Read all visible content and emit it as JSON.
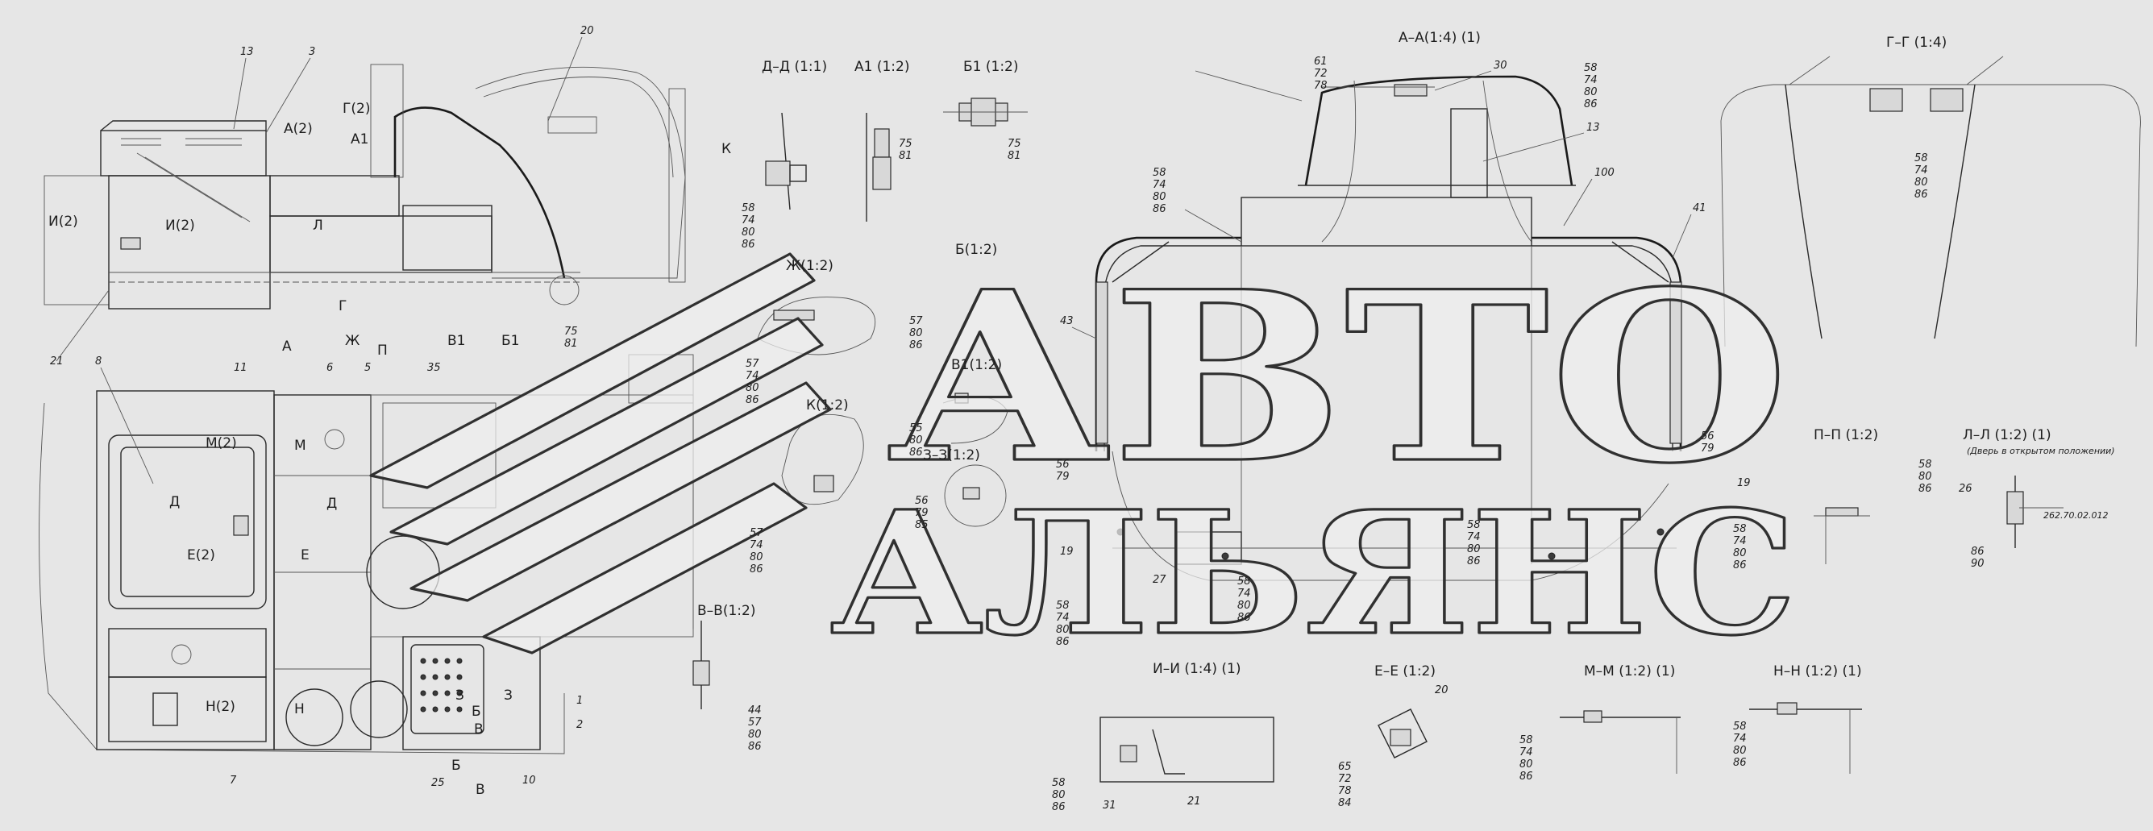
{
  "section_titles": {
    "dd": "Д–Д (1:1)",
    "a1": "А1 (1:2)",
    "b1": "Б1 (1:2)",
    "aa": "А–А(1:4) (1)",
    "gg": "Г–Г (1:4)",
    "pp": "П–П (1:2)",
    "ll": "Л–Л (1:2) (1)",
    "ll_note": "(Дверь в открытом положении)",
    "b12": "Б(1:2)",
    "zh": "Ж(1:2)",
    "v1": "В1(1:2)",
    "k": "К(1:2)",
    "zz": "З–З(1:2)",
    "vv": "В–В(1:2)",
    "ii": "И–И (1:4) (1)",
    "ee": "Е–Е (1:2)",
    "mm": "М–М (1:2) (1)",
    "nn": "Н–Н (1:2) (1)"
  },
  "view_marks": {
    "i2": "И(2)",
    "i2b": "И(2)",
    "a2": "А(2)",
    "g2": "Г(2)",
    "a1": "А1",
    "l": "Л",
    "g": "Г",
    "a": "А",
    "zh": "Ж",
    "v1": "В1",
    "b1": "Б1",
    "k": "К",
    "p": "П",
    "m2": "М(2)",
    "m": "М",
    "d": "Д",
    "d2": "Д",
    "e2": "Е(2)",
    "e": "Е",
    "n2": "Н(2)",
    "n": "Н",
    "z": "З",
    "z2": "З",
    "b": "Б",
    "b2": "Б",
    "v": "В",
    "v2": "В"
  },
  "callouts": {
    "c13": "13",
    "c3": "3",
    "c20": "20",
    "c21": "21",
    "c8": "8",
    "c11": "11",
    "c6": "6",
    "c5": "5",
    "c35": "35",
    "c7": "7",
    "c25": "25",
    "c10": "10",
    "c1": "1",
    "c2": "2",
    "c30": "30",
    "c13b": "13",
    "c100": "100",
    "c41": "41",
    "c43": "43",
    "c19": "19",
    "c27": "27",
    "c19b": "19",
    "c26": "26",
    "c20b": "20",
    "c31": "31",
    "c21b": "21",
    "pn": "262.70.02.012"
  },
  "stacks": {
    "s_7581_a": [
      "75",
      "81"
    ],
    "s_7581_b": [
      "75",
      "81"
    ],
    "s_7581_c": [
      "75",
      "81"
    ],
    "s_dd": [
      "58",
      "74",
      "80",
      "86"
    ],
    "s_aa_top": [
      "61",
      "72",
      "78"
    ],
    "s_aa_right": [
      "58",
      "74",
      "80",
      "86"
    ],
    "s_aa_left": [
      "58",
      "74",
      "80",
      "86"
    ],
    "s_gg": [
      "58",
      "74",
      "80",
      "86"
    ],
    "s_b12": [
      "57",
      "80",
      "86"
    ],
    "s_zh": [
      "57",
      "74",
      "80",
      "86"
    ],
    "s_v1": [
      "55",
      "80",
      "86"
    ],
    "s_zz": [
      "56",
      "79",
      "85"
    ],
    "s_k": [
      "57",
      "74",
      "80",
      "86"
    ],
    "s_vv": [
      "44",
      "57",
      "80",
      "86"
    ],
    "s_5679_l": [
      "56",
      "79"
    ],
    "s_5679_r": [
      "56",
      "79"
    ],
    "s_lower_l": [
      "58",
      "74",
      "80",
      "86"
    ],
    "s_lower_c": [
      "58",
      "74",
      "80",
      "86"
    ],
    "s_lower_mid": [
      "58",
      "74",
      "80",
      "86"
    ],
    "s_lower_r": [
      "58",
      "74",
      "80",
      "86"
    ],
    "s_pp": [
      "58",
      "80",
      "86"
    ],
    "s_ll": [
      "86",
      "90"
    ],
    "s_ii": [
      "58",
      "80",
      "86"
    ],
    "s_ee": [
      "65",
      "72",
      "78",
      "84"
    ],
    "s_mm": [
      "58",
      "74",
      "80",
      "86"
    ],
    "s_nn": [
      "58",
      "74",
      "80",
      "86"
    ]
  },
  "watermark": {
    "line1": "АВТО",
    "line2": "АЛЬЯНС"
  }
}
